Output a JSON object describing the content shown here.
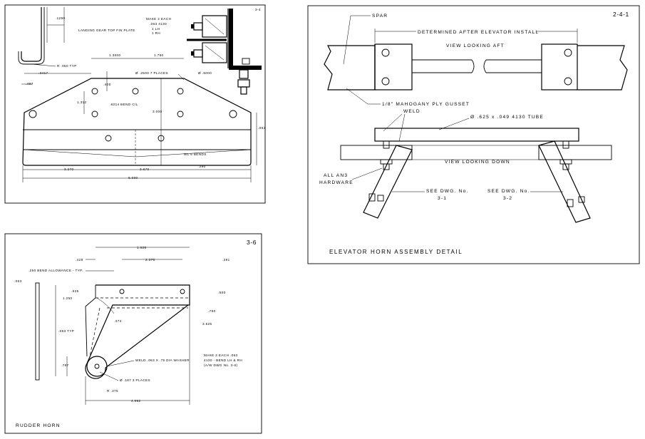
{
  "panels": {
    "landing_gear": {
      "sheet": "3-4",
      "title": "LANDING GEAR TOP FIN PLATE",
      "note": [
        "MAKE 2 EACH",
        ".063 4130",
        "1 LH",
        "1 RH"
      ],
      "dims": [
        ".1250",
        "R .050 TYP",
        ".3417",
        ".487",
        "1.3000",
        "1.750",
        "Ø .2500 7 PLACES",
        "Ø .5000",
        ".406",
        "1.312",
        ".6214 BEND C/L",
        "3.000",
        ".063",
        "WL 6 BENDS",
        "3.270",
        "3.670",
        ".290",
        "8.000"
      ]
    },
    "rudder_horn": {
      "sheet": "3-6",
      "title": "RUDDER HORN",
      "dims": [
        "1.625",
        ".428",
        "2.375",
        ".281",
        ".250 BEND ALLOWANCE - TYP.",
        ".063",
        ".625",
        "1.250",
        ".500",
        ".374",
        ".750",
        "3.625",
        ".063 TYP",
        ".787",
        "WELD .063 X .75 DIA WASHER",
        "Ø .187 3 PLACES",
        "R .375",
        "4.062"
      ],
      "note": [
        "MAKE 2 EACH .063",
        "4130 - BEND LH & RH",
        "(A/W DWG No. 3-6)"
      ]
    },
    "elevator_horn": {
      "sheet": "2-4-1",
      "title": "ELEVATOR HORN ASSEMBLY DETAIL",
      "labels": {
        "spar": "SPAR",
        "determined": "DETERMINED AFTER ELEVATOR INSTALL",
        "view_aft": "VIEW LOOKING AFT",
        "gusset": "1/8\" MAHOGANY PLY GUSSET",
        "weld": "WELD",
        "tube": "Ø .625 x .049 4130 TUBE",
        "view_down": "VIEW LOOKING DOWN",
        "hardware": [
          "ALL AN3",
          "HARDWARE"
        ],
        "see_left": [
          "SEE DWG. No.",
          "3-1"
        ],
        "see_right": [
          "SEE DWG. No.",
          "3-2"
        ]
      }
    }
  }
}
